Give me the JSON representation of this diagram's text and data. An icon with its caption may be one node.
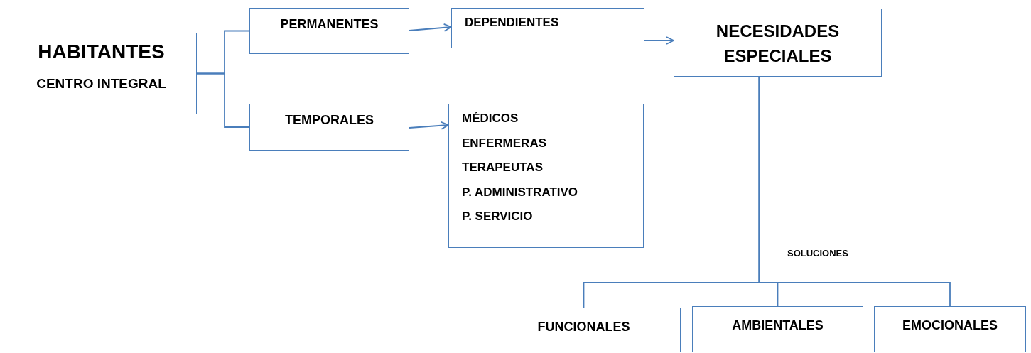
{
  "diagram": {
    "nodes": [
      {
        "text": [
          "HABITANTES",
          "CENTRO INTEGRAL"
        ]
      },
      {
        "text": [
          "PERMANENTES"
        ]
      },
      {
        "text": [
          "TEMPORALES"
        ]
      },
      {
        "text": [
          "DEPENDIENTES"
        ]
      },
      {
        "text": [
          "NECESIDADES ESPECIALES"
        ]
      },
      {
        "text": [
          "MÉDICOS",
          "ENFERMERAS",
          "TERAPEUTAS",
          "P. ADMINISTRATIVO",
          "P. SERVICIO"
        ]
      },
      {
        "text": [
          "FUNCIONALES"
        ]
      },
      {
        "text": [
          "AMBIENTALES"
        ]
      },
      {
        "text": [
          "EMOCIONALES"
        ]
      }
    ],
    "edges": [
      {
        "from": 0,
        "to": 1,
        "arrow": "none"
      },
      {
        "from": 0,
        "to": 2,
        "arrow": "none"
      },
      {
        "from": 1,
        "to": 3,
        "arrow": "to"
      },
      {
        "from": 3,
        "to": 4,
        "arrow": "to"
      },
      {
        "from": 2,
        "to": 5,
        "arrow": "to"
      },
      {
        "from": 4,
        "to": 6,
        "arrow": "none"
      },
      {
        "from": 4,
        "to": 7,
        "arrow": "none"
      },
      {
        "from": 4,
        "to": 8,
        "arrow": "none"
      }
    ],
    "labels": [
      "SOLUCIONES"
    ]
  }
}
